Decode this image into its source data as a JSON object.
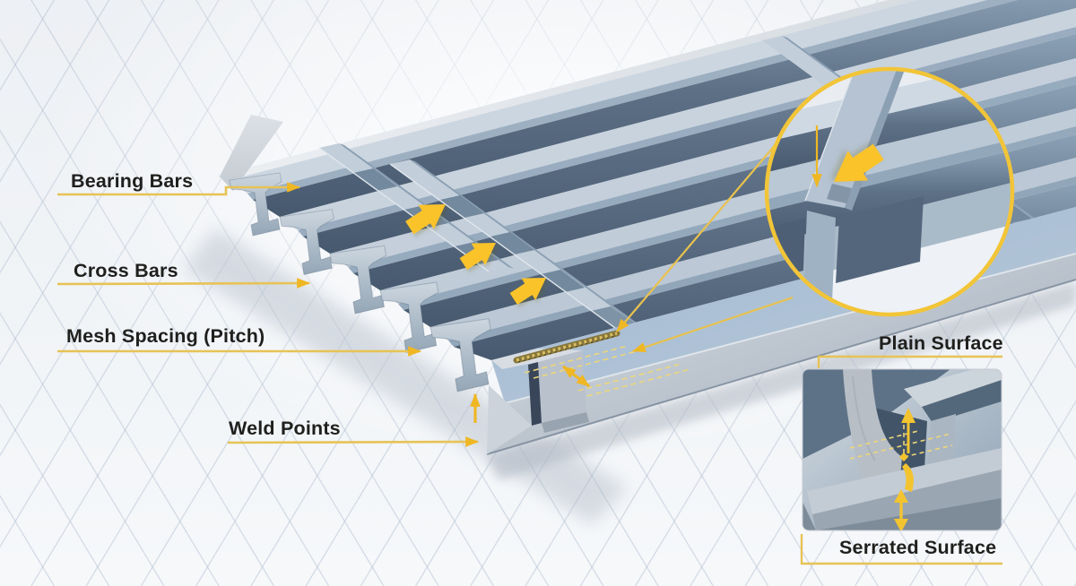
{
  "diagram": {
    "callouts": {
      "bearing_bars": "Bearing Bars",
      "cross_bars": "Cross Bars",
      "mesh_spacing": "Mesh Spacing (Pitch)",
      "weld_points": "Weld Points",
      "plain_surface": "Plain Surface",
      "serrated_surface": "Serrated Surface"
    },
    "colors": {
      "accent_gold": "#F5BE27",
      "leader_line_gold": "#E7C254",
      "magnifier_ring": "#F2C437",
      "steel_top": "#c6d1dd",
      "steel_side": "#93a7ba",
      "steel_shadow": "#56697f",
      "front_bar_top": "#aabfd5",
      "background": "#edf0f4",
      "label_text": "#1f1f1d"
    }
  }
}
